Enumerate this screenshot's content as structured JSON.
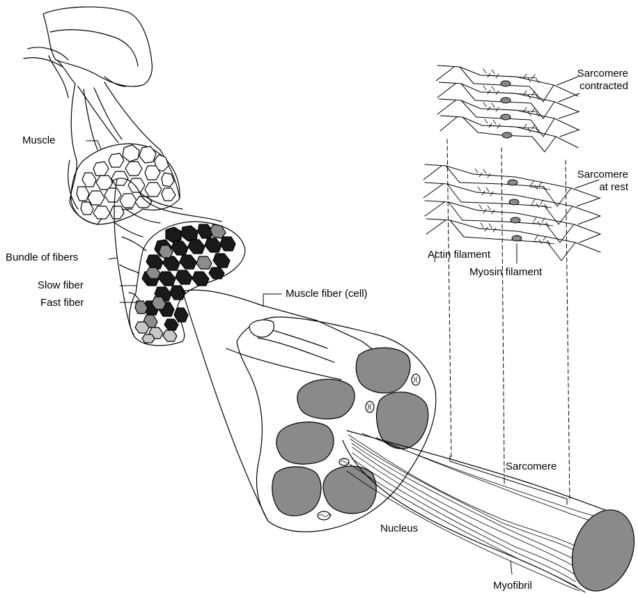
{
  "labels": {
    "muscle": "Muscle",
    "bundle_of_fibers": "Bundle of fibers",
    "slow_fiber": "Slow fiber",
    "fast_fiber": "Fast fiber",
    "muscle_fiber_cell": "Muscle fiber (cell)",
    "sarcomere_contracted_line1": "Sarcomere",
    "sarcomere_contracted_line2": "contracted",
    "sarcomere_rest_line1": "Sarcomere",
    "sarcomere_rest_line2": "at rest",
    "actin_filament": "Actin filament",
    "myosin_filament": "Myosin filament",
    "sarcomere": "Sarcomere",
    "nucleus": "Nucleus",
    "myofibril": "Myofibril"
  },
  "colors": {
    "stroke": "#000000",
    "slow_fiber_fill": "#1a1a1a",
    "fast_fiber_fill": "#8c8c8c",
    "nucleus_fill": "#8a8a8a",
    "myofibril_end_fill": "#8a8a8a",
    "background": "#ffffff"
  }
}
